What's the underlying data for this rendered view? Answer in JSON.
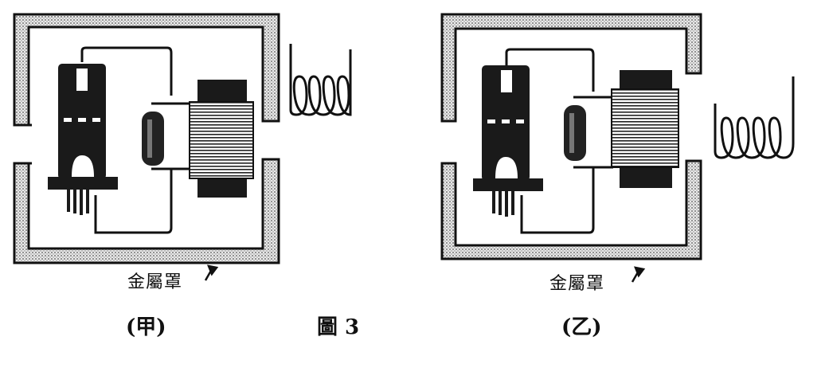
{
  "figure": {
    "caption": "圖 3",
    "panels": [
      {
        "label": "(甲)",
        "shield_label": "金屬罩"
      },
      {
        "label": "(乙)",
        "shield_label": "金屬罩"
      }
    ]
  },
  "colors": {
    "ink": "#111111",
    "shield_fill": "#cfcfcf",
    "background": "#ffffff"
  },
  "icons": [
    "vacuum-tube-icon",
    "capacitor-icon",
    "transformer-icon",
    "coil-icon",
    "pointer-arrow-icon"
  ]
}
